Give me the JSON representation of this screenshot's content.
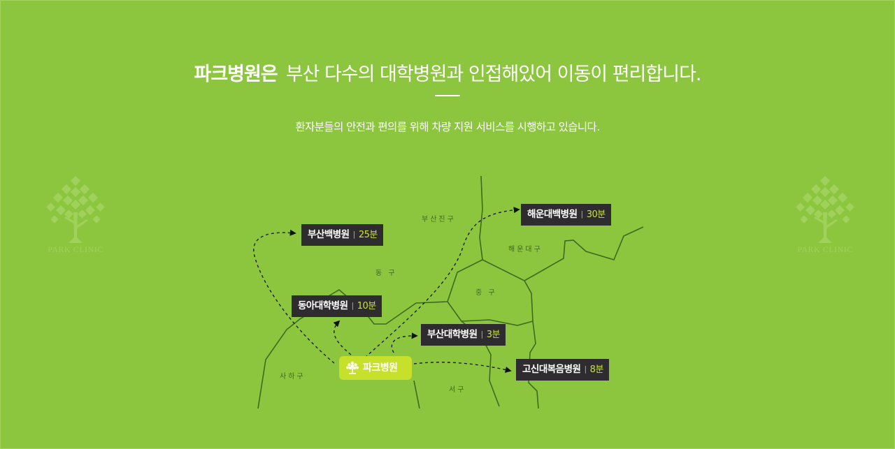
{
  "header": {
    "title_bold": "파크병원은",
    "title_rest": "부산 다수의 대학병원과  인접해있어  이동이 편리합니다.",
    "subtitle": "환자분들의 안전과 편의를 위해  차량 지원 서비스를 시행하고 있습니다."
  },
  "watermark": {
    "text": "PARK CLINIC"
  },
  "origin": {
    "name": "파크병원"
  },
  "hospitals": [
    {
      "name": "해운대백병원",
      "time": "30분"
    },
    {
      "name": "부산백병원",
      "time": "25분"
    },
    {
      "name": "동아대학병원",
      "time": "10분"
    },
    {
      "name": "부산대학병원",
      "time": "3분"
    },
    {
      "name": "고신대복음병원",
      "time": "8분"
    }
  ],
  "districts": {
    "busanjin": "부산진구",
    "haeundae": "해운대구",
    "dong": "동 구",
    "jung": "중 구",
    "saha": "사하구",
    "seo": "서구"
  },
  "colors": {
    "background": "#8cc63e",
    "label_bg": "#2e2c2e",
    "time_accent": "#c8e23c",
    "origin_badge": "#c6e02b",
    "boundary_line": "#3d6a1e"
  }
}
